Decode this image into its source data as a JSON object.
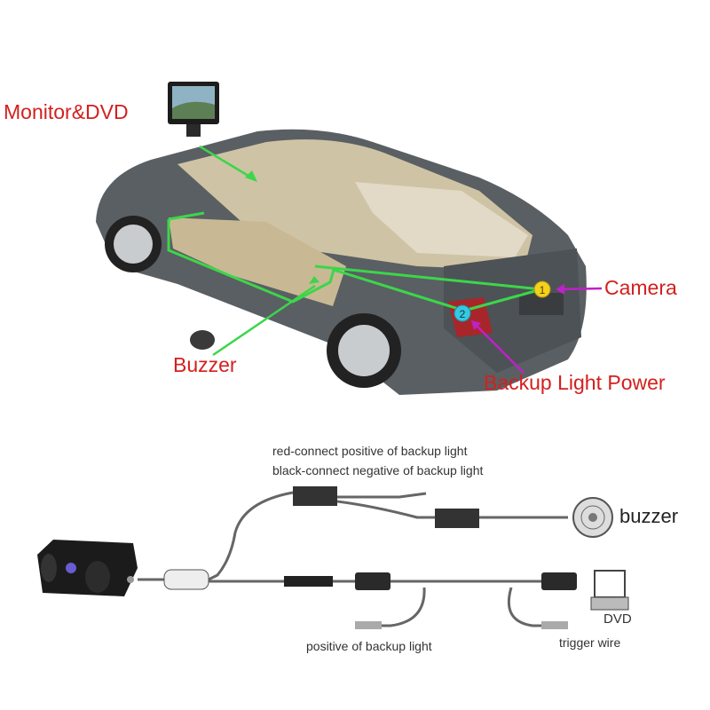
{
  "car_diagram": {
    "labels": {
      "monitor": "Monitor&DVD",
      "buzzer": "Buzzer",
      "camera": "Camera",
      "backup_light": "Backup Light Power"
    },
    "markers": [
      {
        "number": "1",
        "color": "#f2d21c"
      },
      {
        "number": "2",
        "color": "#35c8e0"
      }
    ],
    "colors": {
      "label": "#d3201e",
      "wire": "#3cd64a",
      "pointer": "#c020c8",
      "car_body": "#5a5f63"
    }
  },
  "wiring_diagram": {
    "notes": [
      "red-connect positive of backup light",
      "black-connect negative of backup light"
    ],
    "buzzer_label": "buzzer",
    "dvd_label": "DVD",
    "positive_label": "positive of backup light",
    "trigger_label": "trigger wire"
  }
}
